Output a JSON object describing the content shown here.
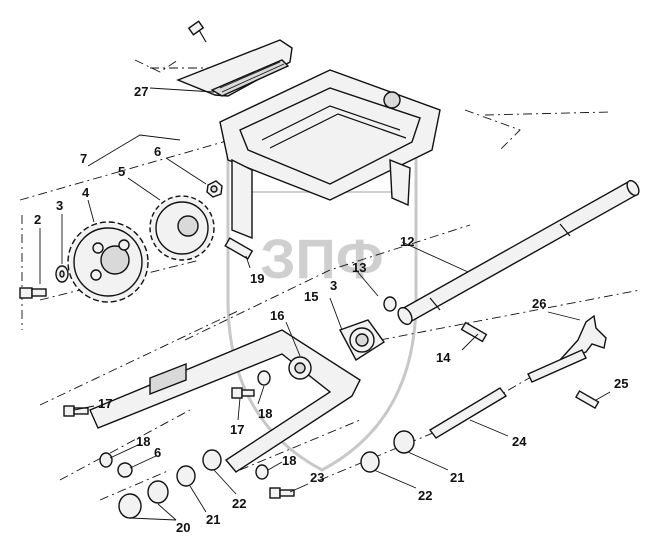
{
  "watermark": {
    "logo_text": "ЗПФ"
  },
  "callouts": [
    {
      "id": "c27",
      "text": "27"
    },
    {
      "id": "c7",
      "text": "7"
    },
    {
      "id": "c6a",
      "text": "6"
    },
    {
      "id": "c5",
      "text": "5"
    },
    {
      "id": "c4",
      "text": "4"
    },
    {
      "id": "c2",
      "text": "2"
    },
    {
      "id": "c3a",
      "text": "3"
    },
    {
      "id": "c12",
      "text": "12"
    },
    {
      "id": "c13",
      "text": "13"
    },
    {
      "id": "c19",
      "text": "19"
    },
    {
      "id": "c3b",
      "text": "3"
    },
    {
      "id": "c15",
      "text": "15"
    },
    {
      "id": "c16",
      "text": "16"
    },
    {
      "id": "c26",
      "text": "26"
    },
    {
      "id": "c14",
      "text": "14"
    },
    {
      "id": "c25",
      "text": "25"
    },
    {
      "id": "c17a",
      "text": "17"
    },
    {
      "id": "c18a",
      "text": "18"
    },
    {
      "id": "c17b",
      "text": "17"
    },
    {
      "id": "c18b",
      "text": "18"
    },
    {
      "id": "c6b",
      "text": "6"
    },
    {
      "id": "c24",
      "text": "24"
    },
    {
      "id": "c18c",
      "text": "18"
    },
    {
      "id": "c23",
      "text": "23"
    },
    {
      "id": "c22a",
      "text": "22"
    },
    {
      "id": "c21a",
      "text": "21"
    },
    {
      "id": "c22b",
      "text": "22"
    },
    {
      "id": "c21b",
      "text": "21"
    },
    {
      "id": "c20",
      "text": "20"
    }
  ]
}
